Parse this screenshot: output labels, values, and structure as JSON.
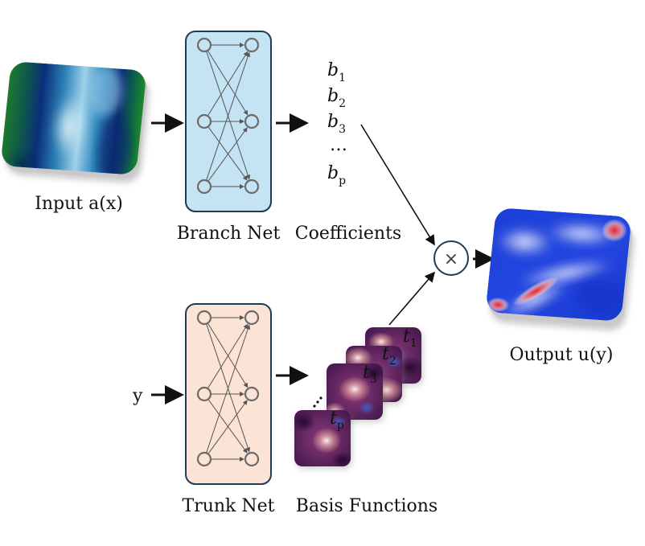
{
  "labels": {
    "input": "Input a(x)",
    "branch_net": "Branch Net",
    "coefficients": "Coefficients",
    "trunk_net": "Trunk Net",
    "basis_functions": "Basis Functions",
    "output": "Output u(y)",
    "y_input": "y"
  },
  "coefficients": [
    {
      "var": "b",
      "sub": "1"
    },
    {
      "var": "b",
      "sub": "2"
    },
    {
      "var": "b",
      "sub": "3"
    },
    {
      "dots": "…"
    },
    {
      "var": "b",
      "sub": "p"
    }
  ],
  "basis_labels": [
    {
      "var": "t",
      "sub": "1"
    },
    {
      "var": "t",
      "sub": "2"
    },
    {
      "var": "t",
      "sub": "3"
    },
    {
      "var": "t",
      "sub": "p"
    }
  ],
  "operator_symbol": "×",
  "colors": {
    "branch_fill": "#c4e3f3",
    "trunk_fill": "#fbe3d6",
    "net_border": "#1f3c55",
    "node_stroke": "#6b6b6b"
  }
}
